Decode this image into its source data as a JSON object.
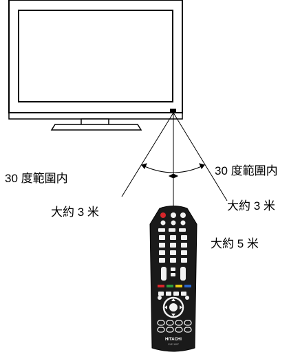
{
  "labels": {
    "angle_left": "30 度範圍内",
    "angle_right": "30 度範圍内",
    "dist_left": "大約 3 米",
    "dist_right": "大約 3 米",
    "dist_center": "大約 5 米"
  },
  "remote": {
    "brand": "HITACHI",
    "model": "CLE-1007"
  },
  "colors": {
    "line": "#000000",
    "remote_body": "#1a1a1a",
    "btn_red": "#d7262b",
    "btn_green": "#2e9a3d",
    "btn_yellow": "#e8c713",
    "btn_blue": "#2a64c8",
    "btn_white": "#f2f2f2"
  },
  "icons": {
    "power": "power-icon",
    "dpad": "dpad-icon",
    "ir_sensor": "ir-sensor-icon"
  }
}
